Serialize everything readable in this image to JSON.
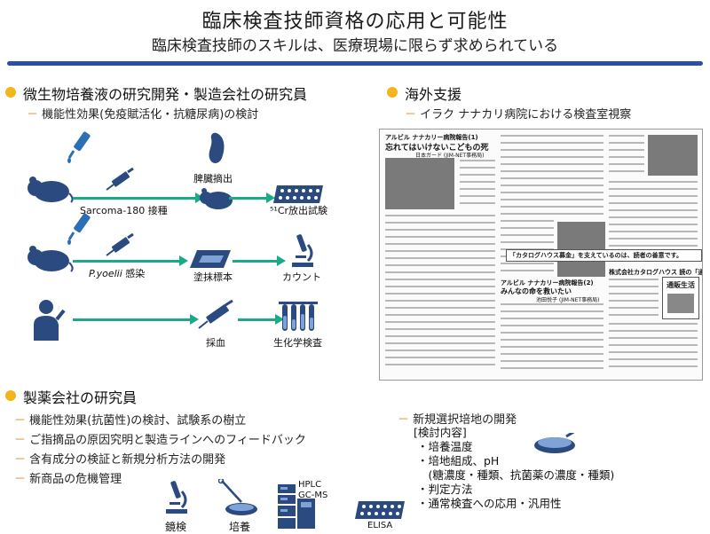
{
  "header": {
    "title": "臨床検査技師資格の応用と可能性",
    "subtitle": "臨床検査技師のスキルは、医療現場に限らず求められている"
  },
  "section_micro": {
    "title": "微生物培養液の研究開発・製造会社の研究員",
    "items": [
      "機能性効果(免疫賦活化・抗糖尿病)の検討"
    ],
    "labels": {
      "pancreas": "脾臓摘出",
      "sarcoma": "Sarcoma-180 接種",
      "cr": "⁵¹Cr放出試験",
      "yoelii": "P.yoelii",
      "yoelii_suffix": " 感染",
      "smear": "塗抹標本",
      "count": "カウント",
      "blood": "採血",
      "biochem": "生化学検査"
    }
  },
  "section_overseas": {
    "title": "海外支援",
    "items": [
      "イラク ナナカリ病院における検査室視察"
    ],
    "article": {
      "col1_head": "アルビル ナナカリー病院報告(1)",
      "col1_title": "忘れてはいけないこどもの死",
      "col1_byline": "日本ガード (JIM-NET事務局)",
      "col2_head": "アルビル ナナカリー病院報告(2)",
      "col2_title": "みんなの命を救いたい",
      "col2_byline": "池田悦子 (JIM-NET事務局)",
      "mid_title": "「カタログハウス募金」を支えているのは、読者の善意です。",
      "mid_sub": "株式会社カタログハウス 読の「通販生活」",
      "logo": "通販生活"
    }
  },
  "section_pharma": {
    "title": "製薬会社の研究員",
    "items": [
      "機能性効果(抗菌性)の検討、試験系の樹立",
      "ご指摘品の原因究明と製造ラインへのフィードバック",
      "含有成分の検証と新規分析方法の開発",
      "新商品の危機管理"
    ],
    "right": {
      "head": "新規選択培地の開発",
      "bracket": "[検討内容]",
      "list": [
        "・培養温度",
        "・培地組成、pH",
        "　(糖濃度・種類、抗菌薬の濃度・種類)",
        "・判定方法",
        "・通常検査への応用・汎用性"
      ]
    },
    "tools": {
      "microscope": "鏡検",
      "culture": "培養",
      "hplc": "HPLC",
      "gcms": "GC-MS",
      "elisa": "ELISA"
    }
  }
}
